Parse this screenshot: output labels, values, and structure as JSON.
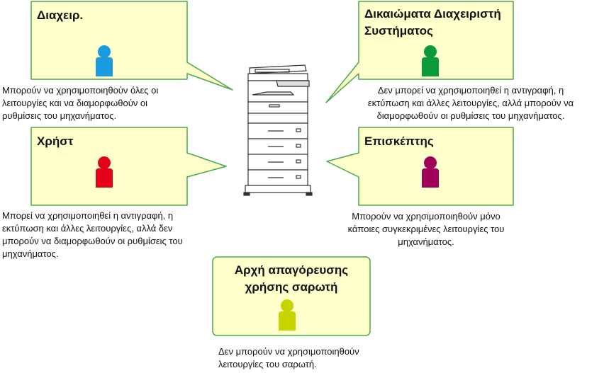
{
  "roles": [
    {
      "id": "admin",
      "title": "Διαχειρ.",
      "description": [
        "Μπορούν να χρησιμοποιηθούν όλες οι",
        "λειτουργίες και να διαμορφωθούν οι",
        "ρυθμίσεις του μηχανήματος."
      ],
      "person_color": "#1a9be0"
    },
    {
      "id": "system-admin",
      "title": "Δικαιώματα Διαχειριστή Συστήματος",
      "title_lines": [
        "Δικαιώματα Διαχειριστή",
        "Συστήματος"
      ],
      "description": [
        "Δεν μπορεί να χρησιμοποιηθεί η αντιγραφή, η",
        "εκτύπωση και άλλες λειτουργίες, αλλά μπορούν να",
        "διαμορφωθούν οι ρυθμίσεις του μηχανήματος."
      ],
      "person_color": "#0a9a3c"
    },
    {
      "id": "user",
      "title": "Χρήστ",
      "description": [
        "Μπορεί να χρησιμοποιηθεί η αντιγραφή, η",
        "εκτύπωση και άλλες λειτουργίες, αλλά δεν",
        "μπορούν να διαμορφωθούν οι ρυθμίσεις του",
        "μηχανήματος."
      ],
      "person_color": "#e3001b"
    },
    {
      "id": "guest",
      "title": "Επισκέπτης",
      "description": [
        "Μπορούν να χρησιμοποιηθούν μόνο",
        "κάποιες συγκεκριμένες λειτουργίες του",
        "μηχανήματος."
      ],
      "person_color": "#a0005a"
    },
    {
      "id": "scan-prohibited",
      "title": "Αρχή απαγόρευσης χρήσης σαρωτή",
      "title_lines": [
        "Αρχή απαγόρευσης",
        "χρήσης σαρωτή"
      ],
      "description": [
        "Δεν μπορούν να χρησιμοποιηθούν",
        "λειτουργίες του σαρωτή."
      ],
      "person_color": "#c8d400"
    }
  ],
  "colors": {
    "bubble_fill": "#ffffcc",
    "bubble_border": "#4aa84a",
    "machine_line": "#333333"
  },
  "icons": {
    "person": "person-icon",
    "machine": "multifunction-printer-icon"
  }
}
